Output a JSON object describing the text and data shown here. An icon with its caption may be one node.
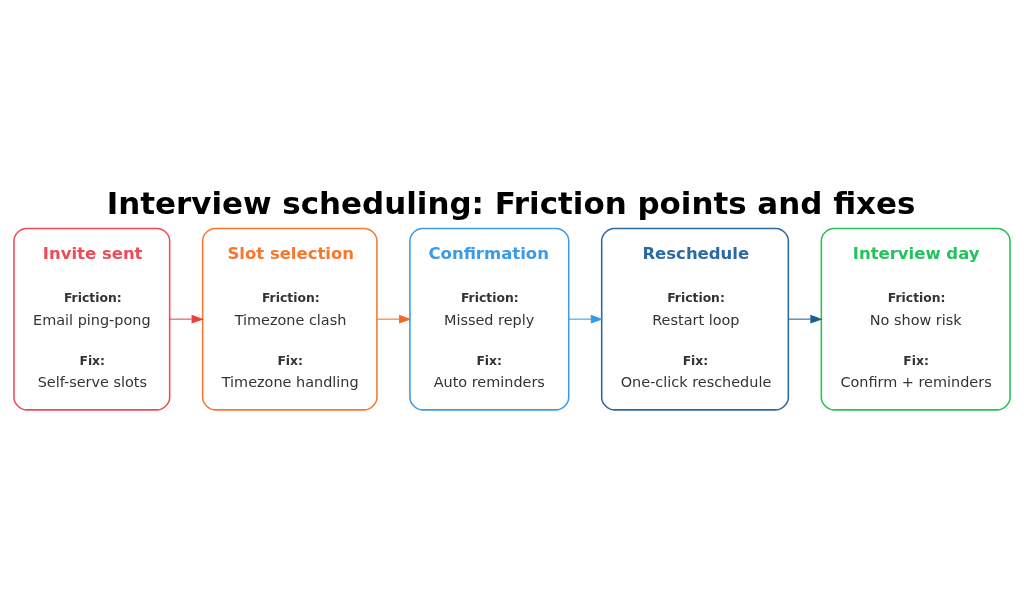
{
  "diagram": {
    "title": "Interview scheduling: Friction points and fixes",
    "nodes": [
      {
        "text": [
          "Invite sent",
          "Friction:",
          "Email ping-pong",
          "Fix:",
          "Self-serve slots"
        ]
      },
      {
        "text": [
          "Slot selection",
          "Friction:",
          "Timezone clash",
          "Fix:",
          "Timezone handling"
        ]
      },
      {
        "text": [
          "Confirmation",
          "Friction:",
          "Missed reply",
          "Fix:",
          "Auto reminders"
        ]
      },
      {
        "text": [
          "Reschedule",
          "Friction:",
          "Restart loop",
          "Fix:",
          "One-click reschedule"
        ]
      },
      {
        "text": [
          "Interview day",
          "Friction:",
          "No show risk",
          "Fix:",
          "Confirm + reminders"
        ]
      }
    ],
    "edges": [
      {
        "from": 0,
        "to": 1,
        "arrow": "to",
        "color": "#e8413c"
      },
      {
        "from": 1,
        "to": 2,
        "arrow": "to",
        "color": "#f26a2a"
      },
      {
        "from": 2,
        "to": 3,
        "arrow": "to",
        "color": "#2f9be8"
      },
      {
        "from": 3,
        "to": 4,
        "arrow": "to",
        "color": "#1b5e94"
      }
    ]
  }
}
